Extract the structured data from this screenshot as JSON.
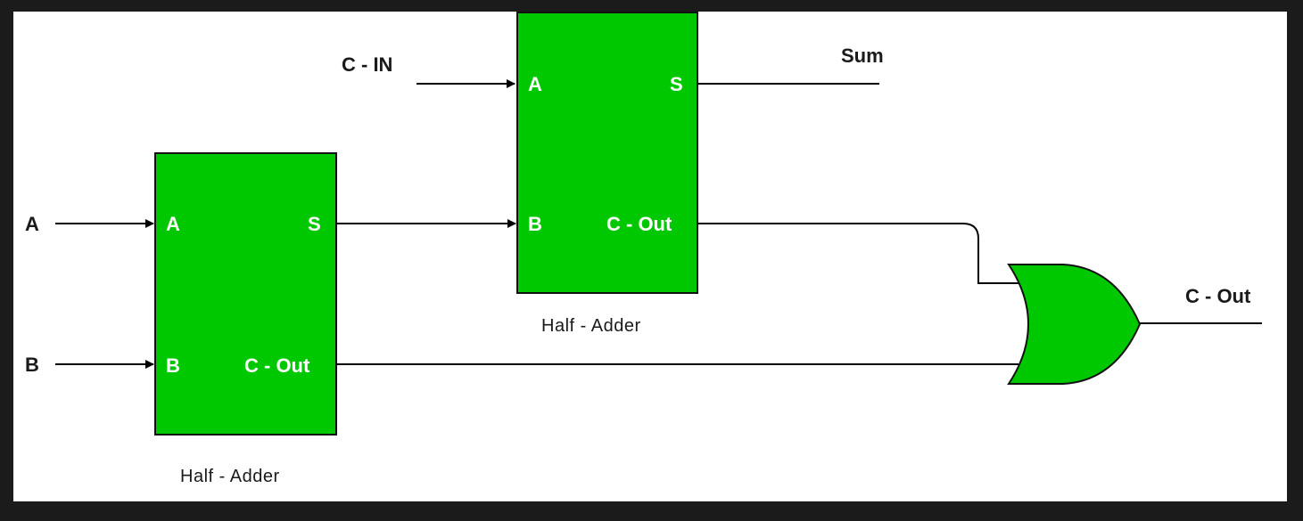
{
  "inputs": {
    "a": "A",
    "b": "B",
    "c_in": "C - IN"
  },
  "outputs": {
    "sum": "Sum",
    "c_out": "C - Out"
  },
  "half_adder_1": {
    "caption": "Half - Adder",
    "pin_a": "A",
    "pin_b": "B",
    "pin_s": "S",
    "pin_cout": "C - Out"
  },
  "half_adder_2": {
    "caption": "Half - Adder",
    "pin_a": "A",
    "pin_b": "B",
    "pin_s": "S",
    "pin_cout": "C - Out"
  },
  "colors": {
    "block_fill": "#00c800",
    "background": "#ffffff",
    "border": "#1b1b1b"
  }
}
